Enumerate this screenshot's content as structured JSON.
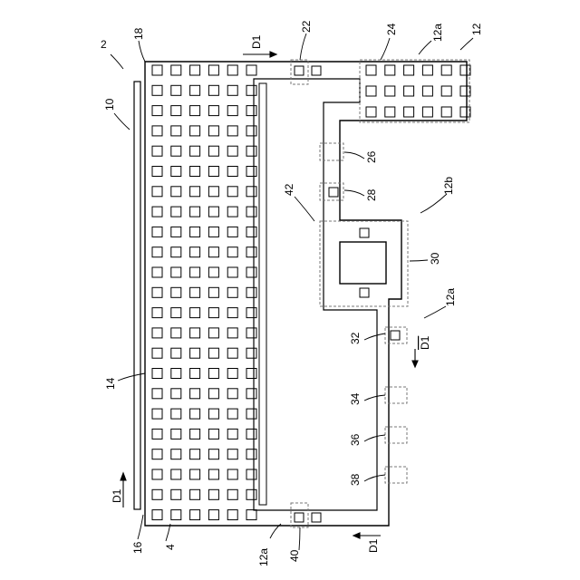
{
  "labels": {
    "n2": "2",
    "n10": "10",
    "n18": "18",
    "n22": "22",
    "n24": "24",
    "n12a_top": "12a",
    "n12": "12",
    "n26": "26",
    "n28": "28",
    "n42": "42",
    "n12b": "12b",
    "n30": "30",
    "n12a_mid": "12a",
    "n32": "32",
    "n34": "34",
    "n36": "36",
    "n38": "38",
    "n14": "14",
    "n16": "16",
    "n4": "4",
    "n12a_bot": "12a",
    "n40": "40"
  },
  "directions": {
    "d1_top": "D1",
    "d1_left": "D1",
    "d1_right_mid": "D1",
    "d1_bottom": "D1"
  }
}
